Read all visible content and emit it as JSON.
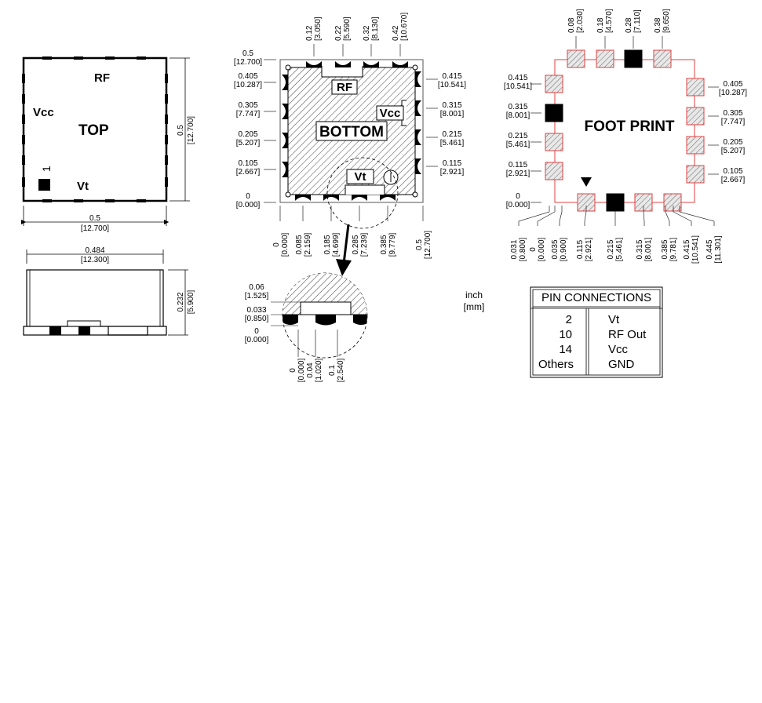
{
  "top_view": {
    "title": "TOP",
    "label_rf": "RF",
    "label_vcc": "Vcc",
    "label_vt": "Vt",
    "pin1_marker": "1",
    "width_inch": "0.5",
    "width_mm": "[12.700]",
    "height_inch": "0.5",
    "height_mm": "[12.700]"
  },
  "side_view": {
    "width_inch": "0.484",
    "width_mm": "[12.300]",
    "height_inch": "0.232",
    "height_mm": "[5.900]"
  },
  "bottom_view": {
    "title": "BOTTOM",
    "label_rf": "RF",
    "label_vcc": "Vcc",
    "label_vt": "Vt",
    "top_dims": [
      {
        "inch": "0.12",
        "mm": "[3.050]"
      },
      {
        "inch": "0.22",
        "mm": "[5.590]"
      },
      {
        "inch": "0.32",
        "mm": "[8.130]"
      },
      {
        "inch": "0.42",
        "mm": "[10.670]"
      }
    ],
    "left_dims": [
      {
        "inch": "0.5",
        "mm": "[12.700]"
      },
      {
        "inch": "0.405",
        "mm": "[10.287]"
      },
      {
        "inch": "0.305",
        "mm": "[7.747]"
      },
      {
        "inch": "0.205",
        "mm": "[5.207]"
      },
      {
        "inch": "0.105",
        "mm": "[2.667]"
      },
      {
        "inch": "0",
        "mm": "[0.000]"
      }
    ],
    "right_dims": [
      {
        "inch": "0.415",
        "mm": "[10.541]"
      },
      {
        "inch": "0.315",
        "mm": "[8.001]"
      },
      {
        "inch": "0.215",
        "mm": "[5.461]"
      },
      {
        "inch": "0.115",
        "mm": "[2.921]"
      }
    ],
    "bottom_dims": [
      {
        "inch": "0",
        "mm": "[0.000]"
      },
      {
        "inch": "0.085",
        "mm": "[2.159]"
      },
      {
        "inch": "0.185",
        "mm": "[4.699]"
      },
      {
        "inch": "0.285",
        "mm": "[7.239]"
      },
      {
        "inch": "0.385",
        "mm": "[9.779]"
      },
      {
        "inch": "0.5",
        "mm": "[12.700]"
      }
    ]
  },
  "detail_view": {
    "left_dims": [
      {
        "inch": "0.06",
        "mm": "[1.525]"
      },
      {
        "inch": "0.033",
        "mm": "[0.850]"
      },
      {
        "inch": "0",
        "mm": "[0.000]"
      }
    ],
    "bottom_dims": [
      {
        "inch": "0",
        "mm": "[0.000]"
      },
      {
        "inch": "0.04",
        "mm": "[1.020]"
      },
      {
        "inch": "0.1",
        "mm": "[2.540]"
      }
    ]
  },
  "units": {
    "inch": "inch",
    "mm": "[mm]"
  },
  "footprint": {
    "title": "FOOT PRINT",
    "top_dims": [
      {
        "inch": "0.08",
        "mm": "[2.030]"
      },
      {
        "inch": "0.18",
        "mm": "[4.570]"
      },
      {
        "inch": "0.28",
        "mm": "[7.110]"
      },
      {
        "inch": "0.38",
        "mm": "[9.650]"
      }
    ],
    "left_dims": [
      {
        "inch": "0.415",
        "mm": "[10.541]"
      },
      {
        "inch": "0.315",
        "mm": "[8.001]"
      },
      {
        "inch": "0.215",
        "mm": "[5.461]"
      },
      {
        "inch": "0.115",
        "mm": "[2.921]"
      },
      {
        "inch": "0",
        "mm": "[0.000]"
      }
    ],
    "right_dims": [
      {
        "inch": "0.405",
        "mm": "[10.287]"
      },
      {
        "inch": "0.305",
        "mm": "[7.747]"
      },
      {
        "inch": "0.205",
        "mm": "[5.207]"
      },
      {
        "inch": "0.105",
        "mm": "[2.667]"
      }
    ],
    "bottom_dims": [
      {
        "inch": "0.031",
        "mm": "[0.800]"
      },
      {
        "inch": "0",
        "mm": "[0.000]"
      },
      {
        "inch": "0.035",
        "mm": "[0.900]"
      },
      {
        "inch": "0.115",
        "mm": "[2.921]"
      },
      {
        "inch": "0.215",
        "mm": "[5.461]"
      },
      {
        "inch": "0.315",
        "mm": "[8.001]"
      },
      {
        "inch": "0.385",
        "mm": "[9.781]"
      },
      {
        "inch": "0.415",
        "mm": "[10.541]"
      },
      {
        "inch": "0.445",
        "mm": "[11.301]"
      }
    ],
    "pad_color": "#e04040"
  },
  "pin_table": {
    "title": "PIN CONNECTIONS",
    "rows": [
      {
        "pin": "2",
        "function": "Vt"
      },
      {
        "pin": "10",
        "function": "RF Out"
      },
      {
        "pin": "14",
        "function": "Vcc"
      },
      {
        "pin": "Others",
        "function": "GND"
      }
    ]
  }
}
